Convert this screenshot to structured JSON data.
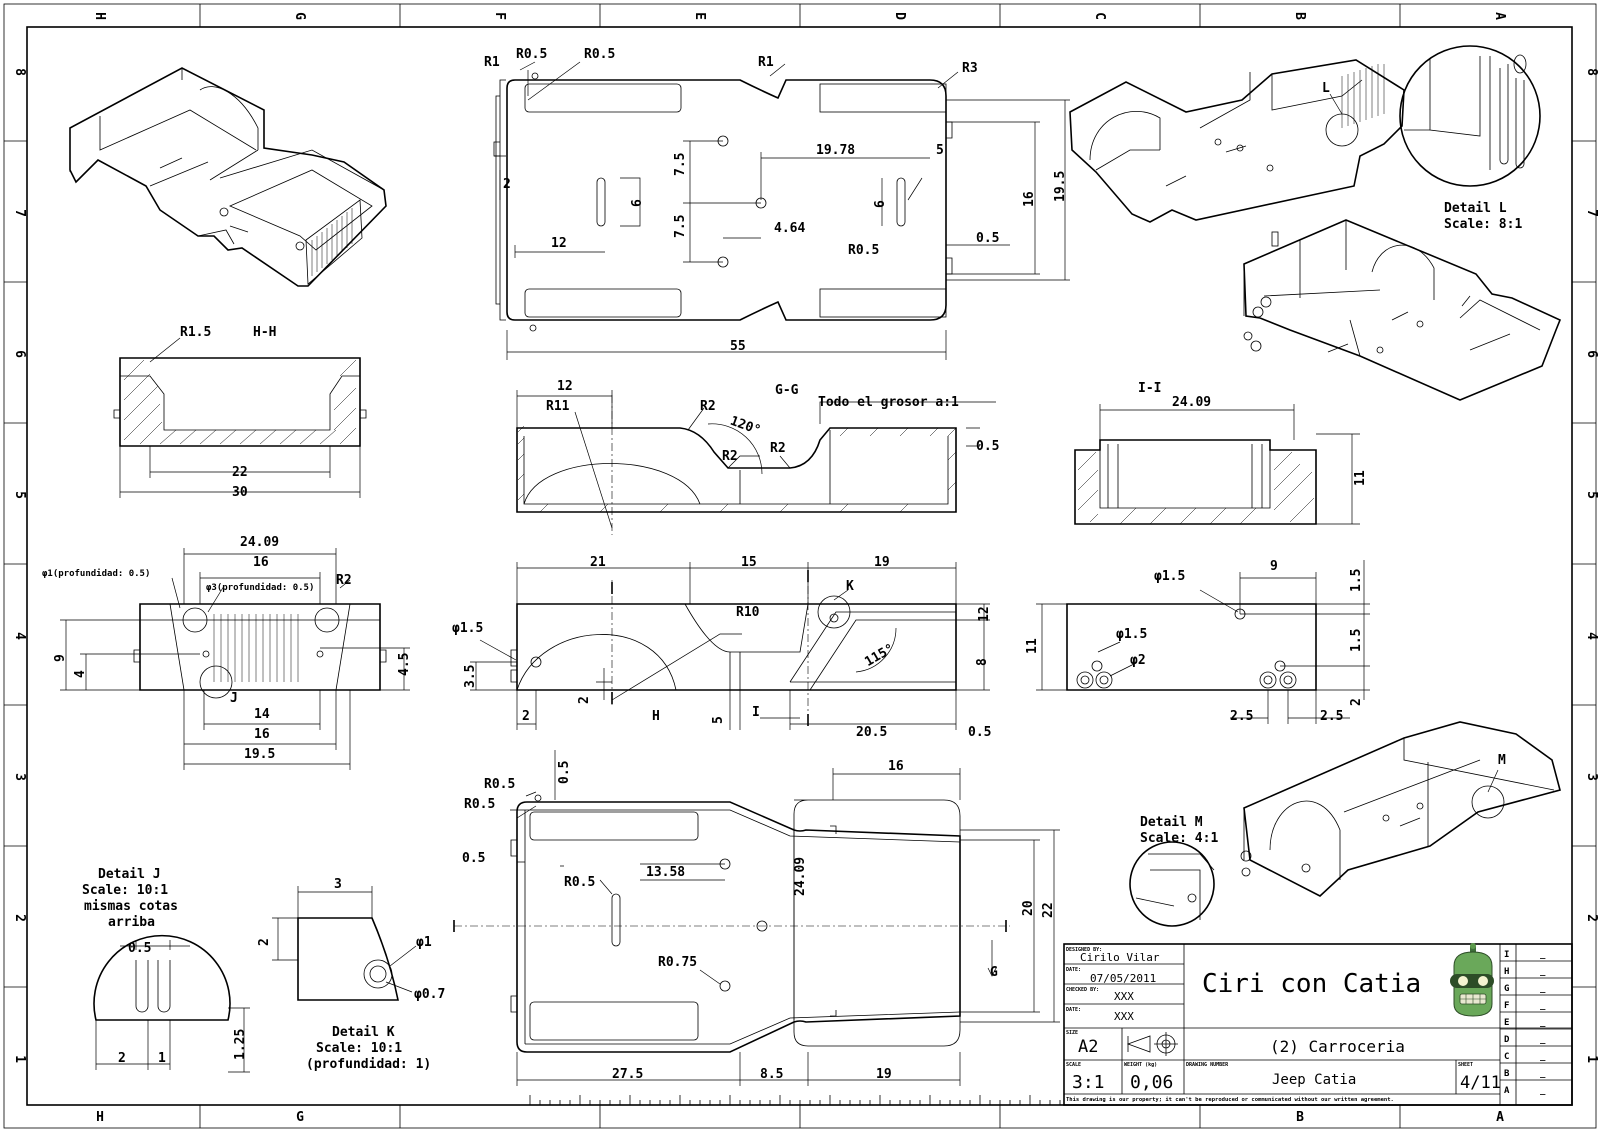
{
  "border": {
    "columns": [
      "H",
      "G",
      "F",
      "E",
      "D",
      "C",
      "B",
      "A"
    ],
    "rows": [
      "8",
      "7",
      "6",
      "5",
      "4",
      "3",
      "2",
      "1"
    ],
    "bottom_columns": [
      "H",
      "G",
      "B",
      "A"
    ]
  },
  "views": {
    "top": {
      "radii": [
        "R1",
        "R0.5",
        "R0.5",
        "R1",
        "R3",
        "R0.5"
      ],
      "dims": [
        "2",
        "12",
        "6",
        "7.5",
        "7.5",
        "19.78",
        "5",
        "4.64",
        "6",
        "16",
        "19.5",
        "0.5",
        "55"
      ]
    },
    "hh": {
      "title": "H-H",
      "radius": "R1.5",
      "dims": [
        "22",
        "30"
      ]
    },
    "gg": {
      "title": "G-G",
      "note": "Todo el grosor a:1",
      "radii": [
        "R11",
        "R2",
        "R2",
        "R2"
      ],
      "angle": "120°",
      "dims": [
        "12",
        "0.5"
      ]
    },
    "ii": {
      "title": "I-I",
      "dims": [
        "24.09",
        "11"
      ]
    },
    "front": {
      "hole1": "φ1(profundidad: 0.5)",
      "hole3": "φ3(profundidad: 0.5)",
      "radius": "R2",
      "label_j": "J",
      "dims": [
        "24.09",
        "16",
        "9",
        "4",
        "4.5",
        "14",
        "16",
        "19.5"
      ]
    },
    "side": {
      "hole": "φ1.5",
      "radius": "R10",
      "label_k": "K",
      "label_h": "H",
      "label_i": "I",
      "angle": "115°",
      "dims": [
        "21",
        "15",
        "19",
        "12",
        "8",
        "3.5",
        "2",
        "2",
        "5",
        "20.5",
        "0.5"
      ]
    },
    "rear": {
      "holes": [
        "φ1.5",
        "φ1.5",
        "φ2"
      ],
      "dims": [
        "9",
        "1.5",
        "11",
        "1.5",
        "2",
        "2.5",
        "2.5"
      ]
    },
    "bottom": {
      "radii": [
        "R0.5",
        "R0.5",
        "R0.5",
        "R0.75"
      ],
      "label_g": "G",
      "dims": [
        "0.5",
        "0.5",
        "16",
        "13.58",
        "24.09",
        "20",
        "22",
        "27.5",
        "8.5",
        "19"
      ]
    },
    "detail_j": {
      "title": "Detail J",
      "scale": "Scale:  10:1",
      "note1": "mismas cotas",
      "note2": "arriba",
      "dims": [
        "0.5",
        "2",
        "1",
        "1.25"
      ]
    },
    "detail_k": {
      "title": "Detail K",
      "scale": "Scale:  10:1",
      "note": "(profundidad: 1)",
      "dims": [
        "3",
        "2",
        "φ1",
        "φ0.7"
      ]
    },
    "detail_l": {
      "label": "L",
      "title": "Detail L",
      "scale": "Scale:  8:1"
    },
    "detail_m": {
      "label": "M",
      "title": "Detail M",
      "scale": "Scale:  4:1"
    }
  },
  "title_block": {
    "designed_by_label": "DESIGNED BY:",
    "designer": "Cirilo Vilar",
    "date_label": "DATE:",
    "date": "07/05/2011",
    "checked_by_label": "CHECKED BY:",
    "checked_by": "XXX",
    "date2_label": "DATE:",
    "date2": "XXX",
    "size_label": "SIZE",
    "size": "A2",
    "scale_label": "SCALE",
    "scale": "3:1",
    "weight_label": "WEIGHT (kg)",
    "weight": "0,06",
    "drawing_number_label": "DRAWING NUMBER",
    "drawing_number": "Jeep Catia",
    "sheet_label": "SHEET",
    "sheet": "4/11",
    "company": "Ciri con Catia",
    "part_title": "(2) Carroceria",
    "disclaimer": "This drawing is our property; it can't be reproduced or communicated without our written agreement.",
    "revisions": [
      "I",
      "H",
      "G",
      "F",
      "E",
      "D",
      "C",
      "B",
      "A"
    ],
    "revision_value": "_"
  }
}
